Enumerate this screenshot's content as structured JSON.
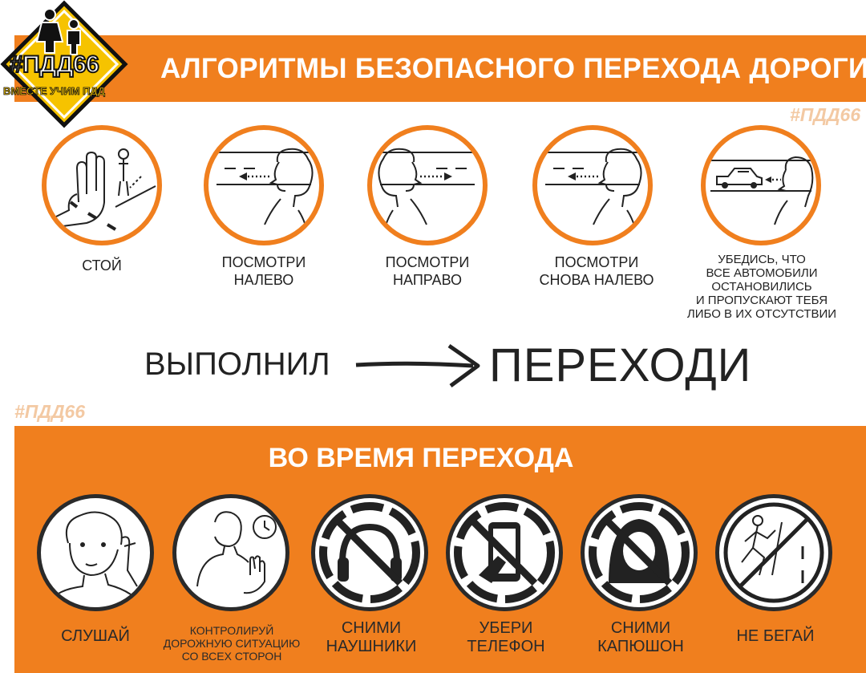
{
  "logo": {
    "tag": "#ПДД66",
    "slogan": "ВМЕСТЕ УЧИМ ПДД"
  },
  "header": {
    "title": "АЛГОРИТМЫ БЕЗОПАСНОГО ПЕРЕХОДА ДОРОГИ"
  },
  "watermark": "#ПДД66",
  "steps": [
    {
      "label": "СТОЙ",
      "icon": "stop-hand-icon"
    },
    {
      "label": "ПОСМОТРИ\nНАЛЕВО",
      "icon": "look-left-icon"
    },
    {
      "label": "ПОСМОТРИ\nНАПРАВО",
      "icon": "look-right-icon"
    },
    {
      "label": "ПОСМОТРИ\nСНОВА НАЛЕВО",
      "icon": "look-left-again-icon"
    },
    {
      "label": "УБЕДИСЬ, ЧТО\nВСЕ АВТОМОБИЛИ\nОСТАНОВИЛИСЬ\nИ ПРОПУСКАЮТ ТЕБЯ\nЛИБО В ИХ ОТСУТСТВИИ",
      "icon": "car-stopped-icon"
    }
  ],
  "result": {
    "done": "ВЫПОЛНИЛ",
    "go": "ПЕРЕХОДИ"
  },
  "crossing": {
    "title": "ВО ВРЕМЯ ПЕРЕХОДА",
    "rules": [
      {
        "label": "СЛУШАЙ",
        "icon": "listen-icon"
      },
      {
        "label": "КОНТРОЛИРУЙ\nДОРОЖНУЮ СИТУАЦИЮ\nСО ВСЕХ СТОРОН",
        "icon": "watch-around-icon"
      },
      {
        "label": "СНИМИ\nНАУШНИКИ",
        "icon": "no-headphones-icon"
      },
      {
        "label": "УБЕРИ\nТЕЛЕФОН",
        "icon": "no-phone-icon"
      },
      {
        "label": "СНИМИ\nКАПЮШОН",
        "icon": "no-hood-icon"
      },
      {
        "label": "НЕ БЕГАЙ",
        "icon": "no-running-icon"
      }
    ]
  },
  "colors": {
    "accent": "#f07f1e",
    "ink": "#222222",
    "watermark": "#f3c9a3",
    "logo_yellow": "#f6c300"
  }
}
